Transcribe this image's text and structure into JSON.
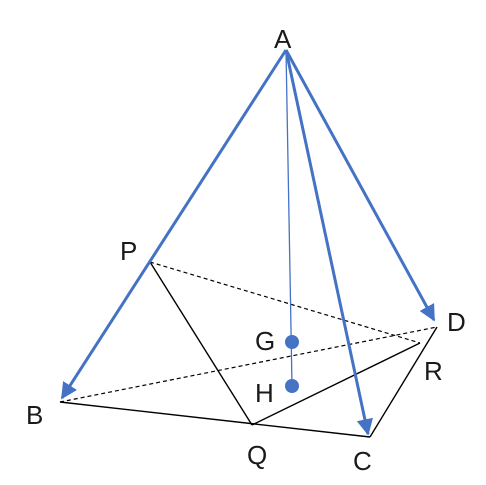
{
  "diagram": {
    "labels": {
      "A": "A",
      "B": "B",
      "C": "C",
      "D": "D",
      "P": "P",
      "Q": "Q",
      "R": "R",
      "G": "G",
      "H": "H"
    },
    "colors": {
      "vector": "#4472C4",
      "edge": "#000000",
      "text": "#1a1a1a"
    }
  }
}
